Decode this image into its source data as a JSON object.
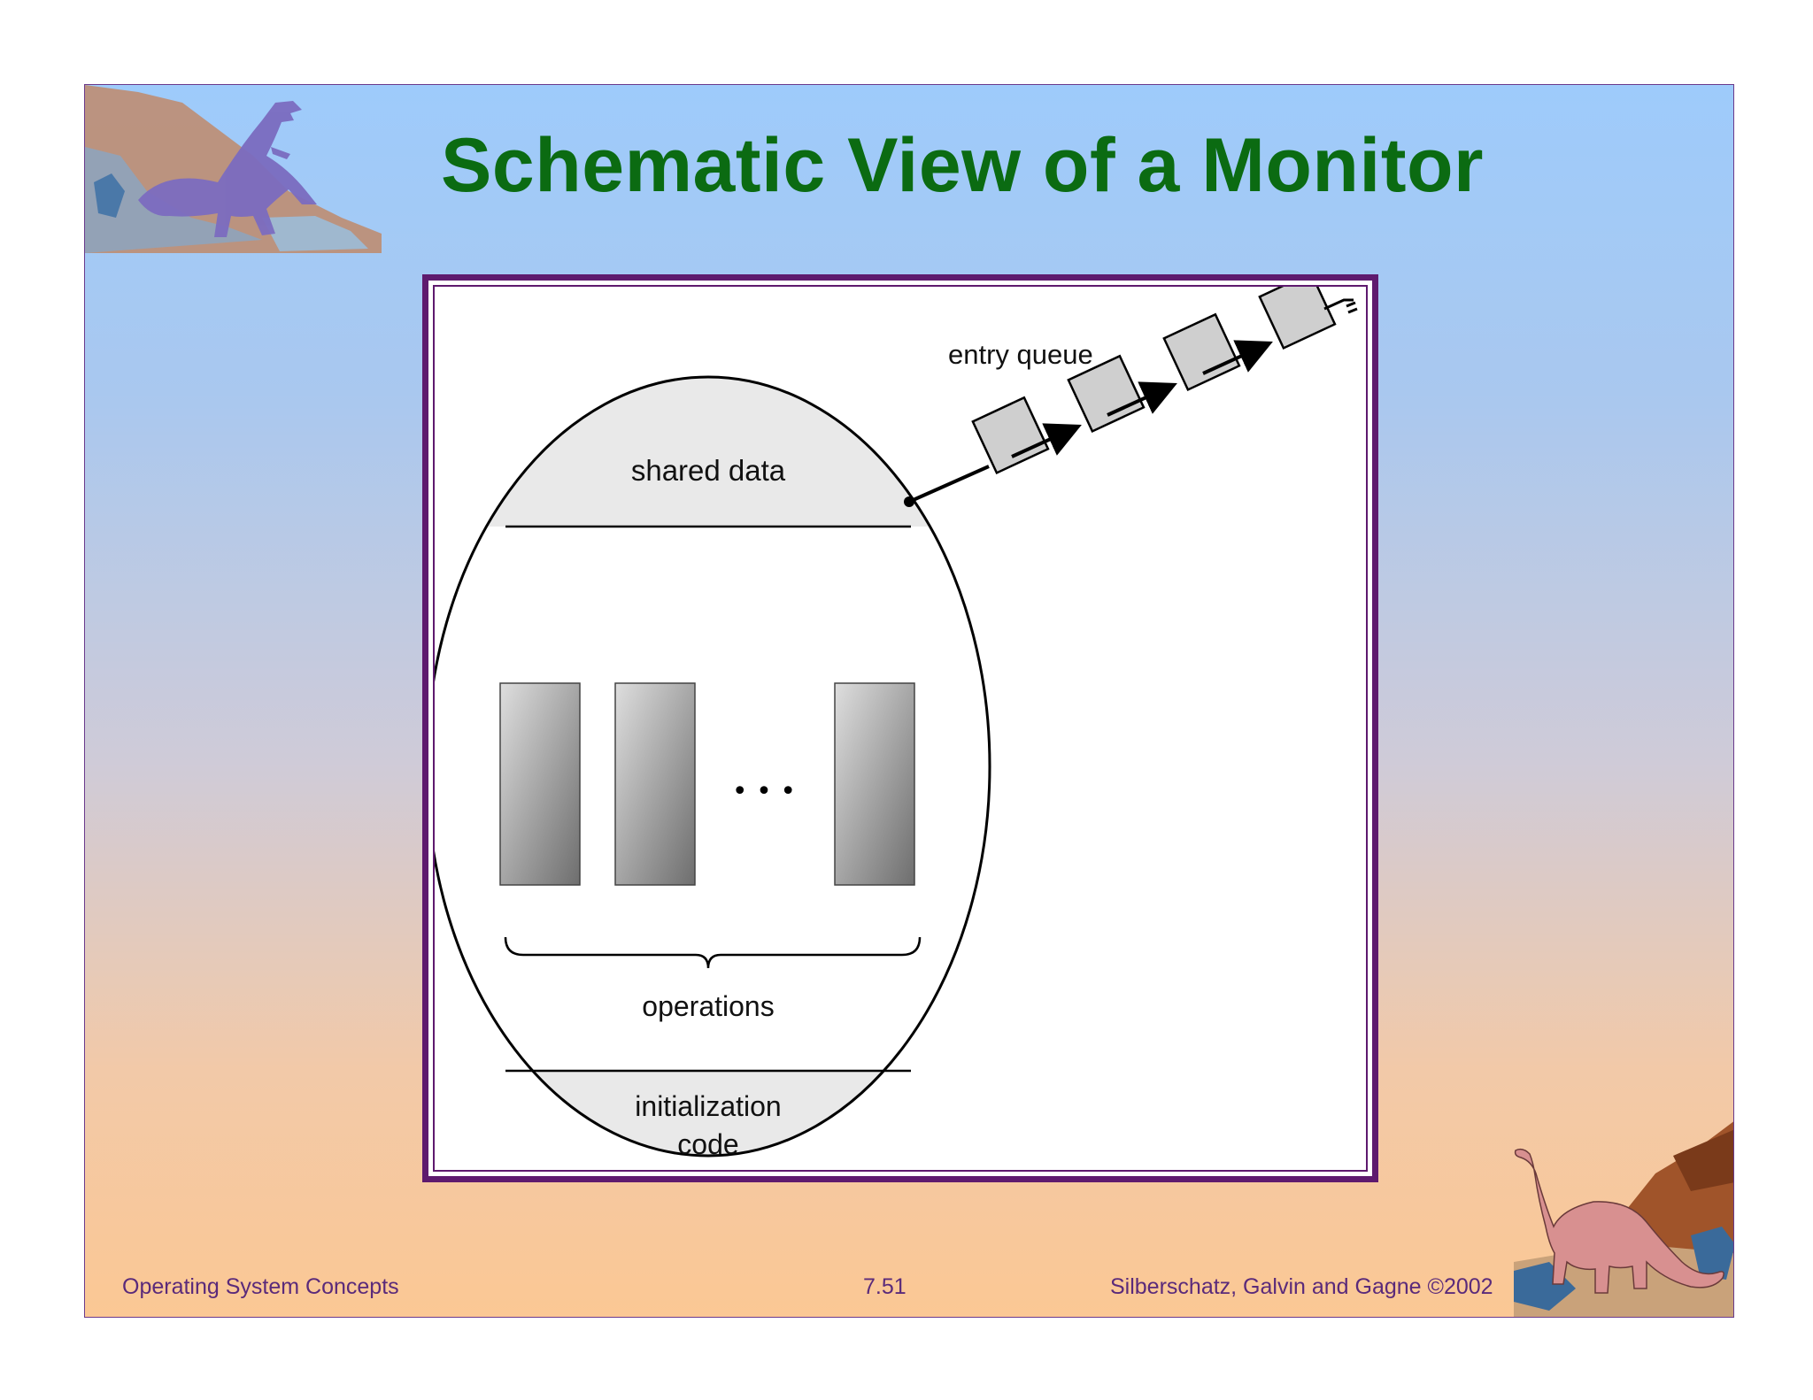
{
  "slide": {
    "title": "Schematic View of a Monitor"
  },
  "diagram": {
    "entry_queue_label": "entry queue",
    "shared_data_label": "shared data",
    "ellipsis_label": "• • •",
    "operations_label": "operations",
    "init_code_line1": "initialization",
    "init_code_line2": "code"
  },
  "footer": {
    "left": "Operating System Concepts",
    "center": "7.51",
    "right": "Silberschatz, Galvin and  Gagne ©2002"
  },
  "colors": {
    "title": "#0b6b12",
    "frame": "#5e1a6e",
    "footer_text": "#5a2a7a",
    "queue_box": "#cfcfcf",
    "band_fill": "#e9e9e9"
  },
  "icons": {
    "top_left": "t-rex-dinosaur-icon",
    "bottom_right": "brontosaurus-dinosaur-icon"
  }
}
